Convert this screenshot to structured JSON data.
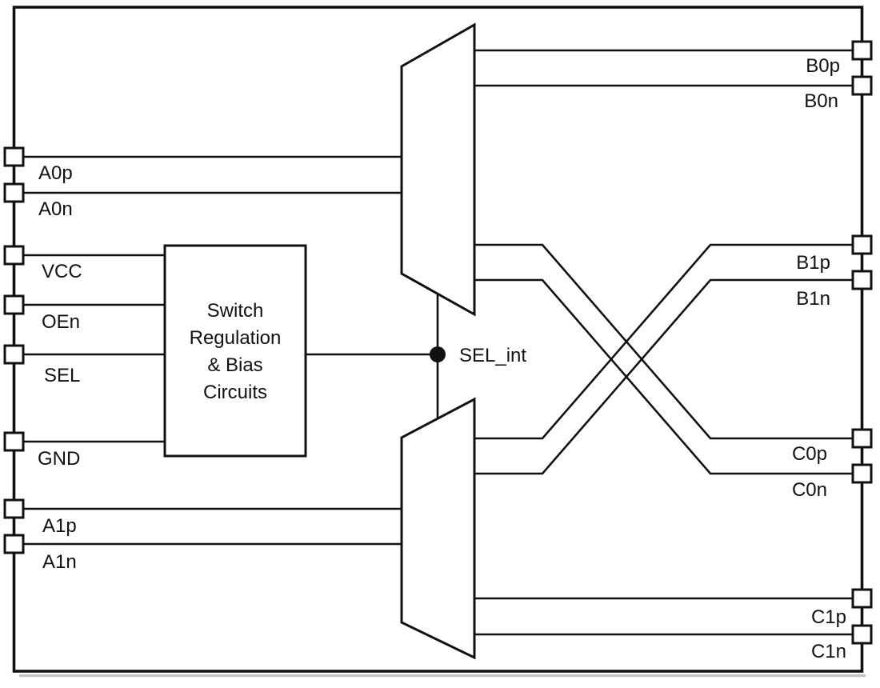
{
  "colors": {
    "line": "#111111",
    "text": "#111111",
    "background": "#ffffff"
  },
  "block": {
    "lines": [
      "Switch",
      "Regulation",
      "& Bias",
      "Circuits"
    ]
  },
  "net": {
    "sel_int": "SEL_int"
  },
  "left_pins": [
    {
      "label": "A0p"
    },
    {
      "label": "A0n"
    },
    {
      "label": "VCC"
    },
    {
      "label": "OEn"
    },
    {
      "label": "SEL"
    },
    {
      "label": "GND"
    },
    {
      "label": "A1p"
    },
    {
      "label": "A1n"
    }
  ],
  "right_pins": [
    {
      "label": "B0p"
    },
    {
      "label": "B0n"
    },
    {
      "label": "B1p"
    },
    {
      "label": "B1n"
    },
    {
      "label": "C0p"
    },
    {
      "label": "C0n"
    },
    {
      "label": "C1p"
    },
    {
      "label": "C1n"
    }
  ]
}
